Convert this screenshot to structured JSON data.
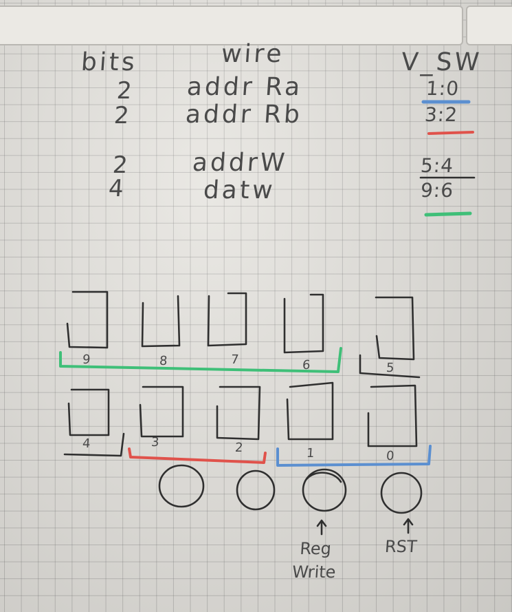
{
  "table": {
    "headers": {
      "bits": "bits",
      "wire": "wire",
      "v_sw": "V_SW"
    },
    "rows": [
      {
        "bits": "2",
        "wire": "addr Ra",
        "range": "1:0",
        "color": "#5b8fd0"
      },
      {
        "bits": "2",
        "wire": "addr Rb",
        "range": "3:2",
        "color": "#e0524b"
      },
      {
        "bits": "2",
        "wire": "addrW",
        "range": "5:4",
        "color": "#2f2f2f"
      },
      {
        "bits": "4",
        "wire": "datw",
        "range": "9:6",
        "color": "#3fbf78"
      }
    ]
  },
  "switches": {
    "top_row": [
      "9",
      "8",
      "7",
      "6",
      "5"
    ],
    "bottom_row": [
      "4",
      "3",
      "2",
      "1",
      "0"
    ]
  },
  "buttons": {
    "labels": [
      "Reg Write",
      "RST"
    ]
  },
  "colors": {
    "blue": "#5b8fd0",
    "red": "#e0524b",
    "green": "#3fbf78",
    "pencil": "#2f2f2f"
  }
}
